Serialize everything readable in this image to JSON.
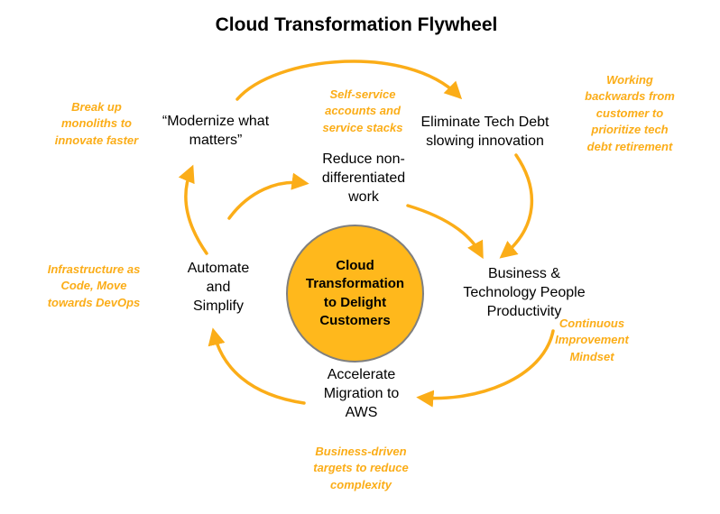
{
  "title": "Cloud Transformation Flywheel",
  "center": {
    "label": "Cloud\nTransformation\nto Delight\nCustomers"
  },
  "nodes": {
    "modernize": "“Modernize what\nmatters”",
    "reduce": "Reduce non-\ndifferentiated\nwork",
    "eliminate": "Eliminate Tech Debt\nslowing innovation",
    "business": "Business &\nTechnology People\nProductivity",
    "accelerate": "Accelerate\nMigration to\nAWS",
    "automate": "Automate\nand\nSimplify"
  },
  "annotations": {
    "break_up": "Break up\nmonoliths to\ninnovate faster",
    "self_service": "Self-service\naccounts and\nservice stacks",
    "working_backwards": "Working\nbackwards from\ncustomer to\nprioritize tech\ndebt retirement",
    "continuous": "Continuous\nImprovement\nMindset",
    "business_driven": "Business-driven\ntargets to reduce\ncomplexity",
    "infrastructure": "Infrastructure as\nCode, Move\ntowards DevOps"
  },
  "colors": {
    "gold": "#FBAD18",
    "circle_fill": "#FFB81C",
    "circle_border": "#7F7F7F",
    "text": "#000000",
    "background": "#FFFFFF"
  }
}
